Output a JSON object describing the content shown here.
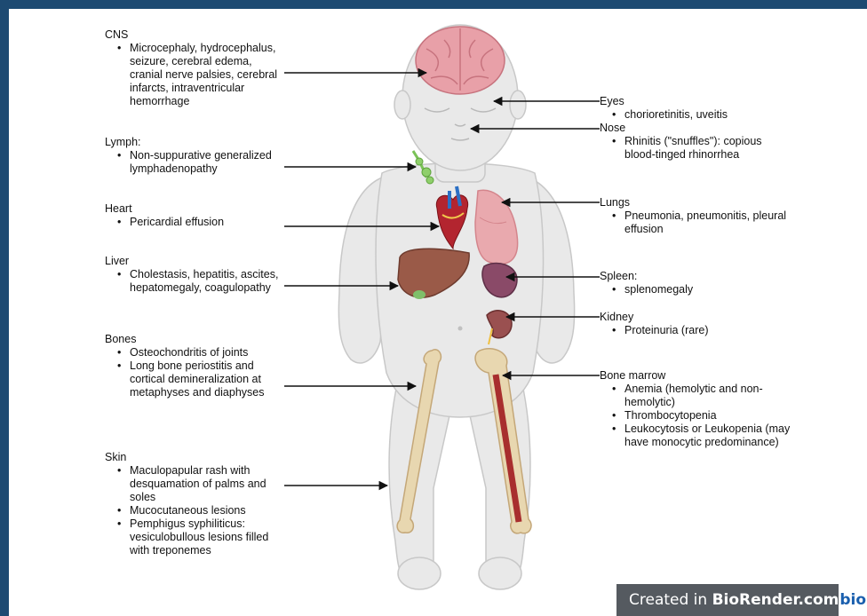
{
  "left": {
    "cns": {
      "title": "CNS",
      "items": [
        "Microcephaly, hydrocephalus, seizure, cerebral edema, cranial nerve palsies, cerebral infarcts, intraventricular hemorrhage"
      ]
    },
    "lymph": {
      "title": "Lymph:",
      "items": [
        "Non-suppurative generalized lymphadenopathy"
      ]
    },
    "heart": {
      "title": "Heart",
      "items": [
        "Pericardial effusion"
      ]
    },
    "liver": {
      "title": "Liver",
      "items": [
        "Cholestasis, hepatitis, ascites, hepatomegaly, coagulopathy"
      ]
    },
    "bones": {
      "title": "Bones",
      "items": [
        "Osteochondritis of joints",
        "Long bone periostitis and cortical demineralization at metaphyses and diaphyses"
      ]
    },
    "skin": {
      "title": "Skin",
      "items": [
        "Maculopapular rash with desquamation of palms and soles",
        "Mucocutaneous lesions",
        "Pemphigus syphiliticus: vesiculobullous lesions filled with treponemes"
      ]
    }
  },
  "right": {
    "eyes": {
      "title": "Eyes",
      "items": [
        "chorioretinitis, uveitis"
      ]
    },
    "nose": {
      "title": "Nose",
      "items": [
        "Rhinitis (\"snuffles\"): copious blood-tinged rhinorrhea"
      ]
    },
    "lungs": {
      "title": "Lungs",
      "items": [
        "Pneumonia, pneumonitis, pleural effusion"
      ]
    },
    "spleen": {
      "title": "Spleen:",
      "items": [
        "splenomegaly"
      ]
    },
    "kidney": {
      "title": "Kidney",
      "items": [
        "Proteinuria (rare)"
      ]
    },
    "marrow": {
      "title": "Bone marrow",
      "items": [
        "Anemia (hemolytic and non-hemolytic)",
        "Thrombocytopenia",
        "Leukocytosis or Leukopenia (may have monocytic predominance)"
      ]
    }
  },
  "watermark": {
    "prefix": "Created in ",
    "brand": "BioRender.com",
    "logo": "bio"
  },
  "colors": {
    "frame": "#1d4a72",
    "body": "#e8e8e8",
    "brain": "#e8a0a8",
    "lung": "#e9a9ae",
    "liver": "#9a5a48",
    "spleen": "#8a4a68",
    "bone": "#e8d7b0",
    "marrow": "#a82e2e",
    "lymph": "#8fcf6b"
  }
}
